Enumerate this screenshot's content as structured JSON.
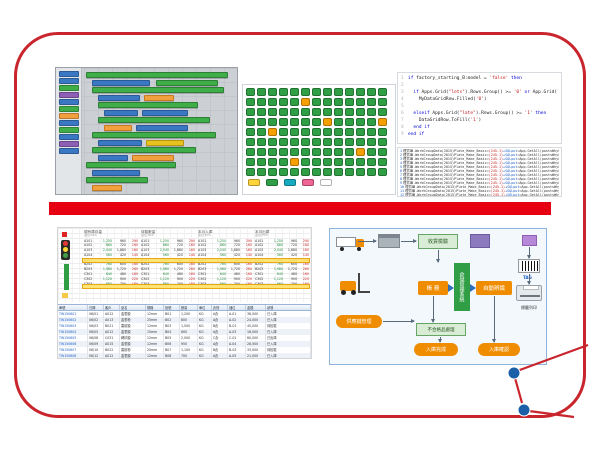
{
  "card": {
    "border_color": "#c9252d"
  },
  "divider": {
    "color": "#e60012"
  },
  "deco": {
    "dot_color": "#1a5fa8",
    "line_color": "#c9252d"
  },
  "blockly": {
    "toolbox": [
      "#3b78c3",
      "#3b78c3",
      "#3fae49",
      "#8d5fb5",
      "#3b78c3",
      "#3fae49",
      "#f2a03d",
      "#3b78c3",
      "#3fae49",
      "#3b78c3",
      "#8d5fb5",
      "#3b78c3"
    ],
    "rows": [
      [
        [
          30,
          142,
          "g"
        ]
      ],
      [
        [
          36,
          58,
          "b"
        ],
        [
          100,
          62,
          "g"
        ]
      ],
      [
        [
          36,
          132,
          "g"
        ]
      ],
      [
        [
          42,
          42,
          "b"
        ],
        [
          88,
          30,
          "o"
        ]
      ],
      [
        [
          42,
          100,
          "g"
        ]
      ],
      [
        [
          48,
          34,
          "b"
        ],
        [
          86,
          46,
          "b"
        ]
      ],
      [
        [
          42,
          112,
          "g"
        ]
      ],
      [
        [
          48,
          28,
          "o"
        ],
        [
          80,
          52,
          "b"
        ]
      ],
      [
        [
          36,
          124,
          "g"
        ]
      ],
      [
        [
          42,
          44,
          "b"
        ],
        [
          90,
          38,
          "y"
        ]
      ],
      [
        [
          36,
          104,
          "g"
        ]
      ],
      [
        [
          42,
          30,
          "b"
        ],
        [
          76,
          42,
          "o"
        ]
      ],
      [
        [
          30,
          90,
          "g"
        ]
      ],
      [
        [
          36,
          48,
          "b"
        ]
      ],
      [
        [
          30,
          62,
          "g"
        ]
      ],
      [
        [
          36,
          30,
          "o"
        ]
      ]
    ]
  },
  "grid_panel": {
    "green": "#2f9e44",
    "orange": "#f59f00",
    "rows": [
      "GGGGGGGGGGGGG",
      "GGGGGOGGGGGGG",
      "GGGGGGGGGGGGG",
      "GGGGGGGOGGGGO",
      "GGOGGGGGGGGGG",
      "GGGGGGGGGGGGG",
      "GGGGGGGGGGOGG",
      "GGGGOGGGGGGGG",
      "GGGGGGGGGGGGG"
    ],
    "legend": [
      "#ffd43b",
      "#2f9e44",
      "#15aabf",
      "#f06595",
      "#ffffff"
    ]
  },
  "code_panel": {
    "lines": [
      [
        [
          "if ",
          "k"
        ],
        [
          "factory_starting_B:model = ",
          "d"
        ],
        [
          "'false'",
          "s"
        ],
        [
          " then",
          "k"
        ]
      ],
      [
        [
          "",
          "d"
        ]
      ],
      [
        [
          "  if ",
          "k"
        ],
        [
          "Apps.Grid(",
          "d"
        ],
        [
          "\"lots\"",
          "s"
        ],
        [
          ").Rows.Group() >= ",
          "d"
        ],
        [
          "'0'",
          "s"
        ],
        [
          " or ",
          "k"
        ],
        [
          "App.Grid(",
          "d"
        ],
        [
          "\"x\"",
          "s"
        ],
        [
          ")",
          "d"
        ]
      ],
      [
        [
          "    MyDataGridRow.Filled(",
          "d"
        ],
        [
          "'0'",
          "s"
        ],
        [
          ")",
          "d"
        ]
      ],
      [
        [
          "",
          "d"
        ]
      ],
      [
        [
          "  elseif ",
          "k"
        ],
        [
          "Apps.Grid(",
          "d"
        ],
        [
          "\"late\"",
          "s"
        ],
        [
          ").Rows.Group() >= ",
          "d"
        ],
        [
          "'1'",
          "s"
        ],
        [
          " then",
          "k"
        ]
      ],
      [
        [
          "    DataGridRow.ToFill(",
          "d"
        ],
        [
          "'1'",
          "s"
        ],
        [
          ")",
          "d"
        ]
      ],
      [
        [
          "  end if",
          "k"
        ]
      ],
      [
        [
          "end if",
          "k"
        ]
      ]
    ]
  },
  "log_panel": {
    "rows": [
      {
        "n": "1",
        "a": "理貨單.WorkGroupData(2015)Plate_Make_Basic=",
        "r": "(245-1)",
        "b": "+SQLput",
        "c": "=App.GetAll(postsWhySomeFalse)"
      },
      {
        "n": "2",
        "a": "理貨單.WorkGroupData(2015)Plate_Make_Basic=",
        "r": "(245-1)",
        "b": "+SQLput",
        "c": "=App.GetAll(postsWhySomeFalse)"
      },
      {
        "n": "3",
        "a": "理貨單.WorkGroupData(2015)Plate_Make_Basic=",
        "r": "(245-1)",
        "b": "+SQLput",
        "c": "=App.GetAll(postsWhySomeFalse)"
      },
      {
        "n": "4",
        "a": "理貨單.WorkGroupData(2015)Plate_Make_Basic=",
        "r": "(245-1)",
        "b": "+SQLput",
        "c": "=App.GetAll(postsWhySomeFalse)"
      },
      {
        "n": "5",
        "a": "理貨單.WorkGroupData(2015)Plate_Make_Basic=",
        "r": "(245-1)",
        "b": "+SQLput",
        "c": "=App.GetAll(postsWhySomeFalse)"
      },
      {
        "n": "6",
        "a": "理貨單.WorkGroupData(2015)Plate_Make_Basic=",
        "r": "(245-1)",
        "b": "+SQLput",
        "c": "=App.GetAll(postsWhySomeFalse)"
      },
      {
        "n": "7",
        "a": "理貨單.WorkGroupData(2015)Plate_Make_Basic=",
        "r": "(245-1)",
        "b": "+SQLput",
        "c": "=App.GetAll(postsWhySomeFalse)"
      },
      {
        "n": "8",
        "a": "理貨單.WorkGroupData(2015)Plate_Make_Basic=",
        "r": "(245-1)",
        "b": "+SQLput",
        "c": "=App.GetAll(postsWhySomeFalse)"
      },
      {
        "n": "9",
        "a": "理貨單.WorkGroupData(2015)Plate_Make_Basic=",
        "r": "(245-1)",
        "b": "+SQLput",
        "c": "=App.GetAll(postsWhySomeFalse)"
      },
      {
        "n": "10",
        "a": "理貨單.WorkGroupData(2015)Plate_Make_Basic=",
        "r": "(245-1)",
        "b": "+SQLput",
        "c": "=App.GetAll(postsWhySomeFalse)"
      },
      {
        "n": "11",
        "a": "理貨單.WorkGroupData(2015)Plate_Make_Basic=",
        "r": "(245-1)",
        "b": "+SQLput",
        "c": "=App.GetAll(postsWhySomeFalse)"
      },
      {
        "n": "12",
        "a": "理貨單.WorkGroupData(2015)Plate_Make_Basic=",
        "r": "(245-1)",
        "b": "+SQLput",
        "c": "=App.GetAll(postsWhySomeFalse)"
      }
    ]
  },
  "sheet": {
    "groups": [
      {
        "title": "現有庫存量",
        "sub": "單位:PCS"
      },
      {
        "title": "待驗數量",
        "sub": "單位:PCS"
      },
      {
        "title": "本月入庫",
        "sub": "單位:PCS"
      },
      {
        "title": "本月出庫",
        "sub": "單位:PCS"
      }
    ],
    "group_rows": [
      [
        "A101",
        "1,250",
        "960",
        "290"
      ],
      [
        "A102",
        "880",
        "720",
        "160"
      ],
      [
        "A103",
        "2,040",
        "1,880",
        "160"
      ],
      [
        "A104",
        "560",
        "420",
        "140"
      ],
      [
        "B201",
        "1,420",
        "1,180",
        "240"
      ],
      [
        "B202",
        "760",
        "600",
        "160"
      ],
      [
        "B203",
        "1,980",
        "1,720",
        "260"
      ],
      [
        "C301",
        "640",
        "480",
        "160"
      ],
      [
        "C302",
        "1,120",
        "900",
        "220"
      ],
      [
        "C303",
        "860",
        "700",
        "160"
      ]
    ],
    "table": {
      "headers": [
        "單號",
        "日期",
        "客戶",
        "品名",
        "規格",
        "批號",
        "數量",
        "單位",
        "倉別",
        "儲位",
        "金額",
        "狀態"
      ],
      "rows": [
        [
          "TW150601",
          "06/01",
          "A012",
          "金蔥膜",
          "12mm",
          "B01",
          "1,200",
          "KG",
          "A倉",
          "A-01",
          "36,000",
          "已入庫"
        ],
        [
          "TW150602",
          "06/02",
          "A013",
          "金蔥粉",
          "25mm",
          "B02",
          "800",
          "KG",
          "A倉",
          "A-02",
          "24,000",
          "已入庫"
        ],
        [
          "TW150603",
          "06/03",
          "B021",
          "雷射膜",
          "12mm",
          "B03",
          "1,500",
          "KG",
          "B倉",
          "B-01",
          "45,000",
          "待檢驗"
        ],
        [
          "TW150604",
          "06/05",
          "A012",
          "金蔥膜",
          "15mm",
          "B04",
          "600",
          "KG",
          "A倉",
          "A-03",
          "18,000",
          "已入庫"
        ],
        [
          "TW150605",
          "06/08",
          "C031",
          "轉印膜",
          "12mm",
          "B05",
          "2,000",
          "KG",
          "C倉",
          "C-01",
          "60,000",
          "已出庫"
        ],
        [
          "TW150606",
          "06/09",
          "A015",
          "金蔥膜",
          "12mm",
          "B06",
          "950",
          "KG",
          "A倉",
          "A-04",
          "28,500",
          "已入庫"
        ],
        [
          "TW150607",
          "06/10",
          "B022",
          "雷射粉",
          "20mm",
          "B07",
          "1,100",
          "KG",
          "B倉",
          "B-02",
          "33,000",
          "待檢驗"
        ],
        [
          "TW150608",
          "06/12",
          "A012",
          "金蔥膜",
          "12mm",
          "B08",
          "700",
          "KG",
          "A倉",
          "A-05",
          "21,000",
          "已入庫"
        ]
      ]
    }
  },
  "flow": {
    "labels": {
      "inspect": "收貨檢驗",
      "wms": "倉儲管理系統",
      "account": "帳 務",
      "auto_id": "自動辨識",
      "tag": "TAG",
      "printer": "標籤列印",
      "scm": "供應鏈管理",
      "reject": "不合格品處理",
      "confirm": "入庫確認",
      "done": "入庫完成"
    }
  }
}
